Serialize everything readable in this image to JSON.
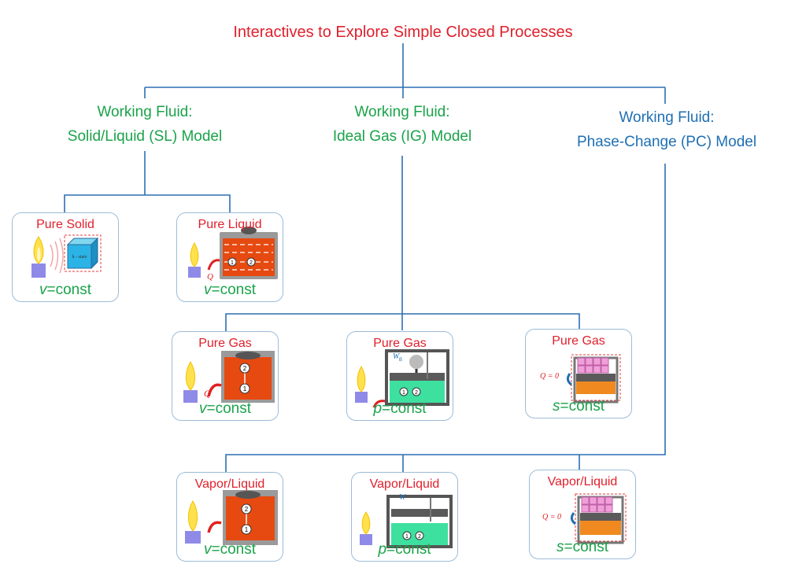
{
  "title": "Interactives to Explore Simple Closed Processes",
  "branches": [
    {
      "line1": "Working Fluid:",
      "line2": "Solid/Liquid (SL) Model",
      "color": "#1aa34a"
    },
    {
      "line1": "Working Fluid:",
      "line2": "Ideal Gas (IG) Model",
      "color": "#1aa34a"
    },
    {
      "line1": "Working Fluid:",
      "line2": "Phase-Change (PC) Model",
      "color": "#1f6fb4"
    }
  ],
  "cards": [
    {
      "title": "Pure Solid",
      "var": "v",
      "suffix": "=const",
      "icon": "heated-solid-block"
    },
    {
      "title": "Pure Liquid",
      "var": "v",
      "suffix": "=const",
      "icon": "rigid-tank-heated"
    },
    {
      "title": "Pure Gas",
      "var": "v",
      "suffix": "=const",
      "icon": "rigid-tank-heated"
    },
    {
      "title": "Pure Gas",
      "var": "p",
      "suffix": "=const",
      "icon": "piston-weight-heated"
    },
    {
      "title": "Pure Gas",
      "var": "s",
      "suffix": "=const",
      "icon": "adiabatic-piston"
    },
    {
      "title": "Vapor/Liquid",
      "var": "v",
      "suffix": "=const",
      "icon": "rigid-tank-heated"
    },
    {
      "title": "Vapor/Liquid",
      "var": "p",
      "suffix": "=const",
      "icon": "piston-weight-heated"
    },
    {
      "title": "Vapor/Liquid",
      "var": "s",
      "suffix": "=const",
      "icon": "adiabatic-piston"
    }
  ],
  "art_text": {
    "q": "Q",
    "q_zero": "Q = 0",
    "wb": "W",
    "wb_sub": "B",
    "state1": "1",
    "state2": "2",
    "block": "h - state"
  },
  "colors": {
    "line": "#2d6fb3",
    "title": "#e0202c",
    "green": "#1aa34a",
    "blue": "#1f6fb4",
    "liquid": "#e64a10",
    "gas_green": "#3ee0a0"
  }
}
